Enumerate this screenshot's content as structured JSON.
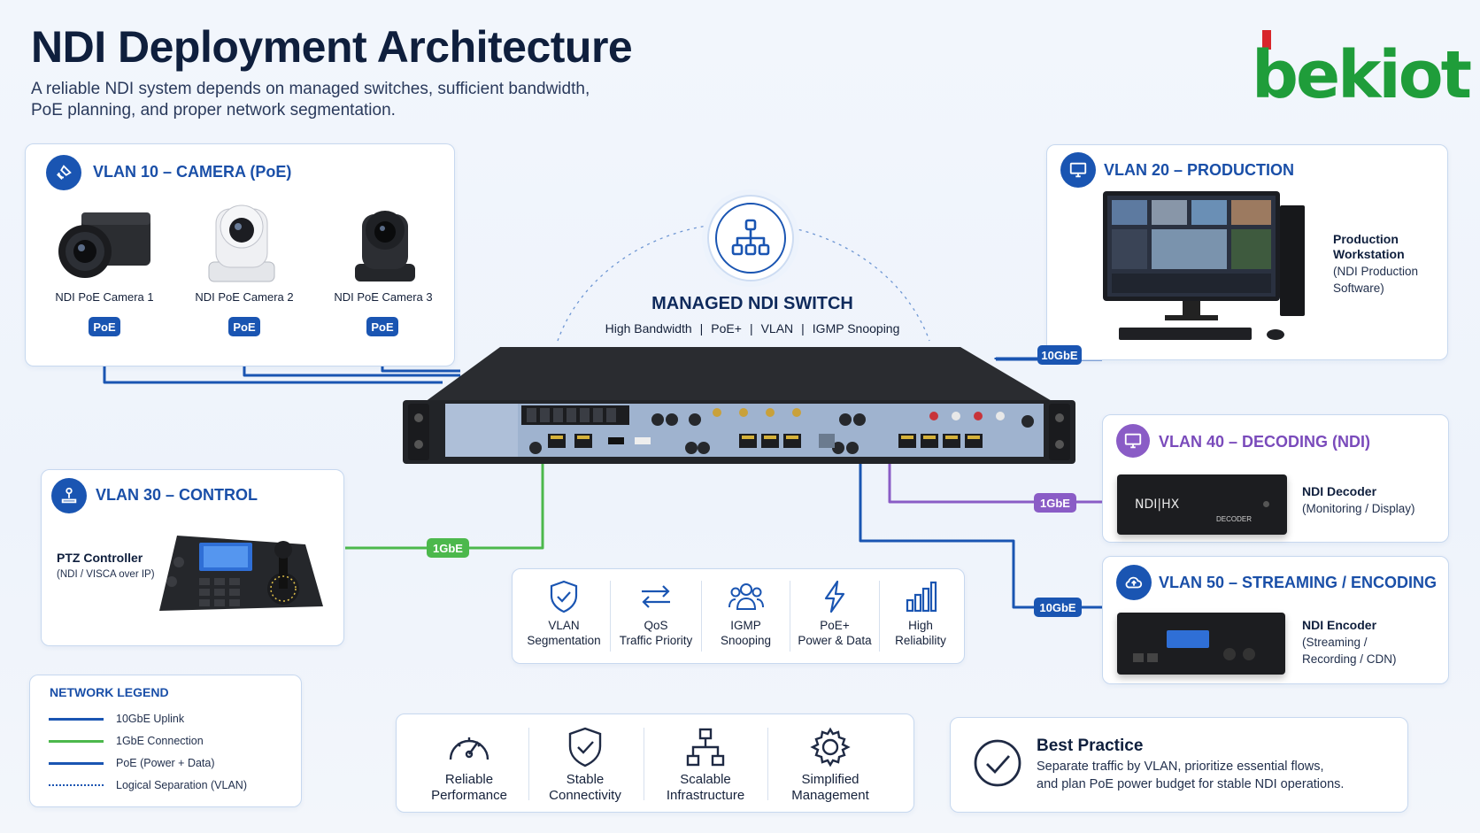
{
  "header": {
    "title": "NDI Deployment Architecture",
    "subtitle_line1": "A reliable NDI system depends on managed switches, sufficient bandwidth,",
    "subtitle_line2": "PoE planning, and proper network segmentation."
  },
  "brand": {
    "logo_text": "bekiot",
    "color": "#1f9d3a",
    "accent": "#d8262a"
  },
  "colors": {
    "primary": "#1a55b2",
    "green": "#4cb84c",
    "purple": "#8a5cc6",
    "text": "#0f1f3d"
  },
  "vlan10": {
    "title": "VLAN 10 – CAMERA (PoE)",
    "icon": "satellite-icon",
    "cameras": [
      {
        "label": "NDI PoE Camera 1",
        "badge": "PoE"
      },
      {
        "label": "NDI PoE Camera 2",
        "badge": "PoE"
      },
      {
        "label": "NDI PoE Camera 3",
        "badge": "PoE"
      }
    ]
  },
  "vlan20": {
    "title": "VLAN 20 – PRODUCTION",
    "icon": "monitor-icon",
    "device_name_line1": "Production",
    "device_name_line2": "Workstation",
    "device_desc_line1": "(NDI Production",
    "device_desc_line2": "Software)",
    "link": "10GbE"
  },
  "switch": {
    "title": "MANAGED NDI SWITCH",
    "features": [
      "High Bandwidth",
      "PoE+",
      "VLAN",
      "IGMP Snooping"
    ],
    "separator": "|",
    "icon": "network-topology-icon"
  },
  "vlan30": {
    "title": "VLAN 30 – CONTROL",
    "icon": "joystick-icon",
    "device_name": "PTZ Controller",
    "device_desc": "(NDI / VISCA over IP)",
    "link": "1GbE"
  },
  "vlan40": {
    "title": "VLAN 40 – DECODING (NDI)",
    "icon": "monitor-icon",
    "device_name": "NDI Decoder",
    "device_desc": "(Monitoring / Display)",
    "device_brand": "NDI|HX",
    "device_tag": "DECODER",
    "link": "1GbE"
  },
  "vlan50": {
    "title": "VLAN 50 – STREAMING / ENCODING",
    "icon": "cloud-upload-icon",
    "device_name": "NDI Encoder",
    "device_desc_line1": "(Streaming /",
    "device_desc_line2": "Recording / CDN)",
    "link": "10GbE"
  },
  "switch_features": [
    {
      "icon": "shield-check-icon",
      "line1": "VLAN",
      "line2": "Segmentation"
    },
    {
      "icon": "arrows-exchange-icon",
      "line1": "QoS",
      "line2": "Traffic Priority"
    },
    {
      "icon": "users-group-icon",
      "line1": "IGMP",
      "line2": "Snooping"
    },
    {
      "icon": "lightning-icon",
      "line1": "PoE+",
      "line2": "Power & Data"
    },
    {
      "icon": "bar-chart-icon",
      "line1": "High",
      "line2": "Reliability"
    }
  ],
  "legend": {
    "title": "NETWORK LEGEND",
    "items": [
      {
        "label": "10GbE Uplink",
        "style": "solid",
        "color": "#1a55b2"
      },
      {
        "label": "1GbE Connection",
        "style": "solid",
        "color": "#4cb84c"
      },
      {
        "label": "PoE (Power + Data)",
        "style": "solid",
        "color": "#1a55b2"
      },
      {
        "label": "Logical Separation (VLAN)",
        "style": "dotted",
        "color": "#1a55b2"
      }
    ]
  },
  "benefits": [
    {
      "icon": "speedometer-icon",
      "line1": "Reliable",
      "line2": "Performance"
    },
    {
      "icon": "shield-check-icon",
      "line1": "Stable",
      "line2": "Connectivity"
    },
    {
      "icon": "hierarchy-icon",
      "line1": "Scalable",
      "line2": "Infrastructure"
    },
    {
      "icon": "gear-icon",
      "line1": "Simplified",
      "line2": "Management"
    }
  ],
  "best_practice": {
    "title": "Best Practice",
    "line1": "Separate traffic by VLAN, prioritize essential flows,",
    "line2": "and plan PoE power budget for stable NDI operations.",
    "icon": "check-circle-icon"
  }
}
